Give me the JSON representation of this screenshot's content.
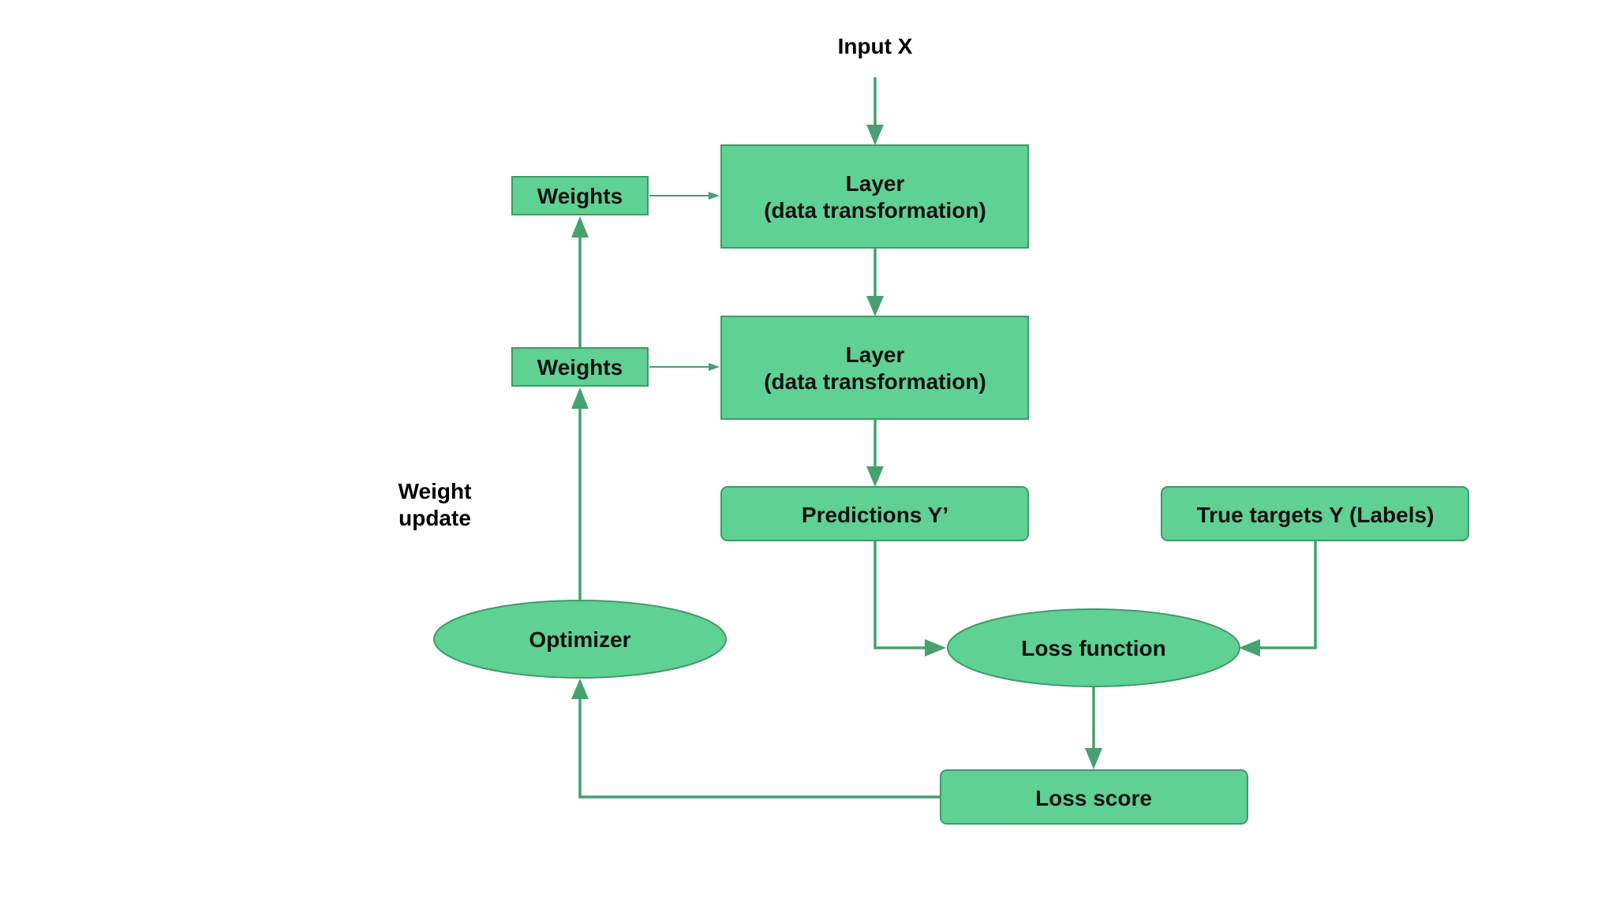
{
  "input_label": "Input X",
  "weight_update_label": [
    "Weight",
    "update"
  ],
  "nodes": {
    "layer1": [
      "Layer",
      "(data transformation)"
    ],
    "layer2": [
      "Layer",
      "(data transformation)"
    ],
    "weights1": "Weights",
    "weights2": "Weights",
    "predictions": "Predictions Y’",
    "true_targets": "True targets Y (Labels)",
    "optimizer": "Optimizer",
    "loss_function": "Loss function",
    "loss_score": "Loss score"
  },
  "colors": {
    "node_fill": "#5fd193",
    "node_stroke": "#3f9a69",
    "edge": "#46a06f"
  }
}
